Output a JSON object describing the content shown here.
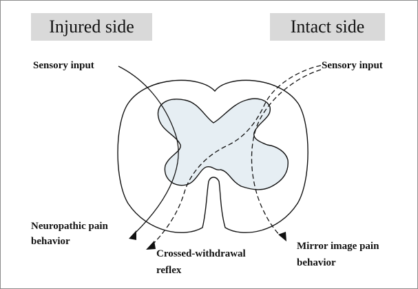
{
  "sides": {
    "injured": "Injured side",
    "intact": "Intact side"
  },
  "labels": {
    "sensory_input_left": "Sensory input",
    "sensory_input_right": "Sensory input",
    "neuropathic_line1": "Neuropathic pain",
    "neuropathic_line2": "behavior",
    "crossed_line1": "Crossed-withdrawal",
    "crossed_line2": "reflex",
    "mirror_line1": "Mirror image pain",
    "mirror_line2": "behavior"
  },
  "colors": {
    "grey_matter": "#e6eef3",
    "side_box": "#d9d9d9",
    "ink": "#111111"
  }
}
